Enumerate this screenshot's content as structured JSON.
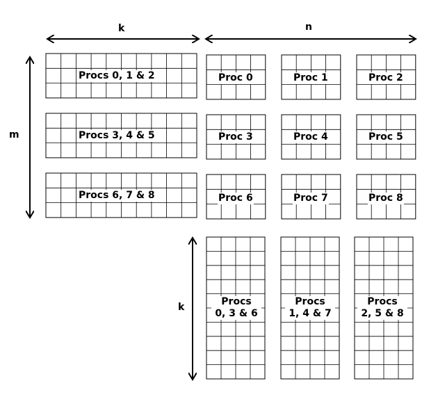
{
  "axes": {
    "k_top": "k",
    "n_top": "n",
    "m_left": "m",
    "k_left": "k"
  },
  "matrix_a": [
    {
      "label": "Procs 0, 1 & 2"
    },
    {
      "label": "Procs 3, 4 & 5"
    },
    {
      "label": "Procs 6, 7 & 8"
    }
  ],
  "matrix_c": [
    {
      "label": "Proc 0"
    },
    {
      "label": "Proc 1"
    },
    {
      "label": "Proc 2"
    },
    {
      "label": "Proc 3"
    },
    {
      "label": "Proc 4"
    },
    {
      "label": "Proc 5"
    },
    {
      "label": "Proc 6"
    },
    {
      "label": "Proc 7"
    },
    {
      "label": "Proc 8"
    }
  ],
  "matrix_b": [
    {
      "line1": "Procs",
      "line2": "0, 3 & 6"
    },
    {
      "line1": "Procs",
      "line2": "1, 4 & 7"
    },
    {
      "line1": "Procs",
      "line2": "2, 5 & 8"
    }
  ]
}
